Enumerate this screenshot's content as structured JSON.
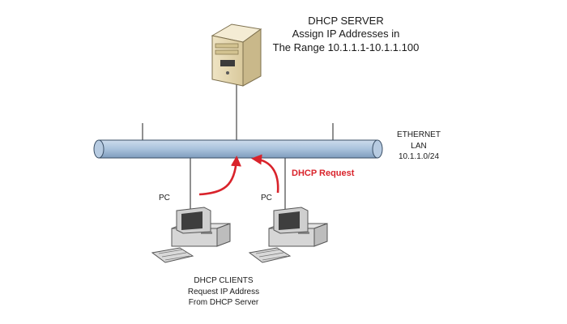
{
  "server": {
    "title": "DHCP SERVER",
    "line1": "Assign IP Addresses in",
    "line2": "The Range 10.1.1.1-10.1.1.100",
    "icon": "server-tower-icon"
  },
  "network": {
    "name_line1": "ETHERNET",
    "name_line2": "LAN",
    "subnet": "10.1.1.0/24",
    "bus_color": "#a9c2dc"
  },
  "clients": {
    "pc_label_1": "PC",
    "pc_label_2": "PC",
    "title": "DHCP CLIENTS",
    "line1": "Request IP Address",
    "line2": "From DHCP Server",
    "icon": "desktop-computer-icon"
  },
  "request": {
    "label": "DHCP Request",
    "color": "#d9232b"
  }
}
